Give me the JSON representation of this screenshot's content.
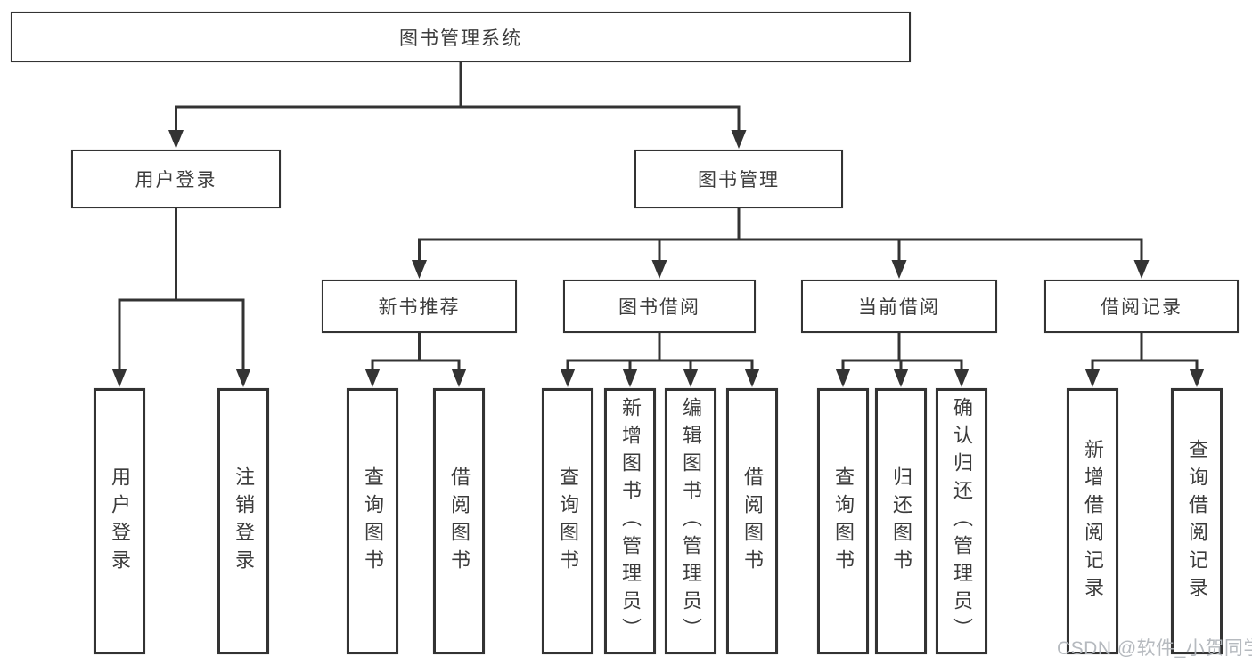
{
  "tree": {
    "root": {
      "label": "图书管理系统"
    },
    "branches": [
      {
        "label": "用户登录",
        "children": [
          {
            "label": "用户登录"
          },
          {
            "label": "注销登录"
          }
        ]
      },
      {
        "label": "图书管理",
        "sections": [
          {
            "label": "新书推荐",
            "children": [
              {
                "label": "查询图书"
              },
              {
                "label": "借阅图书"
              }
            ]
          },
          {
            "label": "图书借阅",
            "children": [
              {
                "label": "查询图书"
              },
              {
                "label": "新增图书（管理员）"
              },
              {
                "label": "编辑图书（管理员）"
              },
              {
                "label": "借阅图书"
              }
            ]
          },
          {
            "label": "当前借阅",
            "children": [
              {
                "label": "查询图书"
              },
              {
                "label": "归还图书"
              },
              {
                "label": "确认归还（管理员）"
              }
            ]
          },
          {
            "label": "借阅记录",
            "children": [
              {
                "label": "新增借阅记录"
              },
              {
                "label": "查询借阅记录"
              }
            ]
          }
        ]
      }
    ]
  },
  "watermark": {
    "text": "CSDN @软件_小贺同学"
  },
  "colors": {
    "line": "#333333",
    "text": "#3c3c3c",
    "watermark": "#b2b6bc",
    "background": "#ffffff"
  }
}
